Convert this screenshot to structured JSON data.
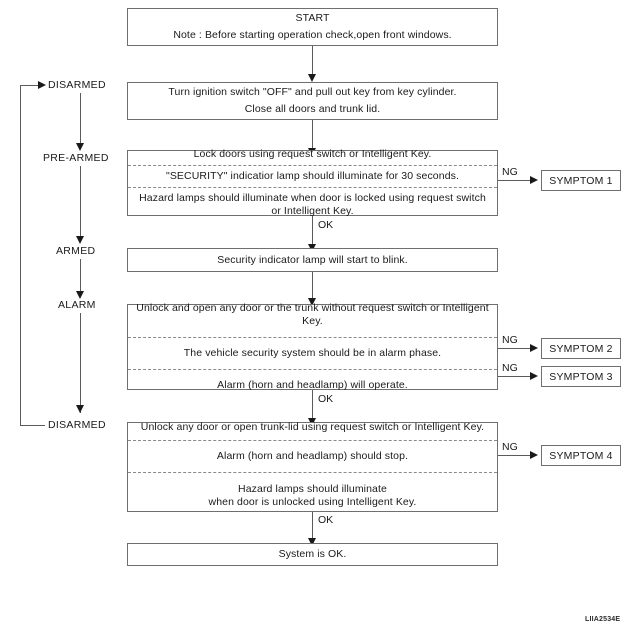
{
  "diagram": {
    "watermark": "LIIA2534E",
    "ok_label": "OK",
    "ng_label": "NG",
    "states": [
      {
        "key": "disarmed-top",
        "label": "DISARMED"
      },
      {
        "key": "pre-armed",
        "label": "PRE-ARMED"
      },
      {
        "key": "armed",
        "label": "ARMED"
      },
      {
        "key": "alarm",
        "label": "ALARM"
      },
      {
        "key": "disarmed-bottom",
        "label": "DISARMED"
      }
    ],
    "steps": {
      "start": {
        "line1": "START",
        "line2": "Note : Before starting operation check,open front windows."
      },
      "ignition": {
        "line1": "Turn ignition switch \"OFF\" and pull out key from key cylinder.",
        "line2": "Close all doors and trunk lid."
      },
      "pre_armed": {
        "row1": "Lock doors using request switch or Intelligent Key.",
        "row2": "\"SECURITY\" indicatior lamp should illuminate for 30 seconds.",
        "row3_line1": "Hazard lamps should illuminate when door is locked using request switch",
        "row3_line2": "or Intelligent Key."
      },
      "armed": {
        "row1": "Security indicator lamp will start to blink."
      },
      "alarm": {
        "row1": "Unlock and open any door or the trunk without request switch or Intelligent Key.",
        "row2": "The vehicle security system should be in alarm phase.",
        "row3": "Alarm (horn and headlamp) will operate."
      },
      "disarm": {
        "row1": "Unlock any door or open trunk-lid using request switch or Intelligent Key.",
        "row2": "Alarm (horn and headlamp) should stop.",
        "row3_line1": "Hazard lamps should illuminate",
        "row3_line2": "when door is unlocked using Intelligent Key."
      },
      "end": {
        "row1": "System is OK."
      }
    },
    "symptoms": [
      {
        "key": "symptom-1",
        "label": "SYMPTOM 1"
      },
      {
        "key": "symptom-2",
        "label": "SYMPTOM 2"
      },
      {
        "key": "symptom-3",
        "label": "SYMPTOM 3"
      },
      {
        "key": "symptom-4",
        "label": "SYMPTOM 4"
      }
    ]
  }
}
